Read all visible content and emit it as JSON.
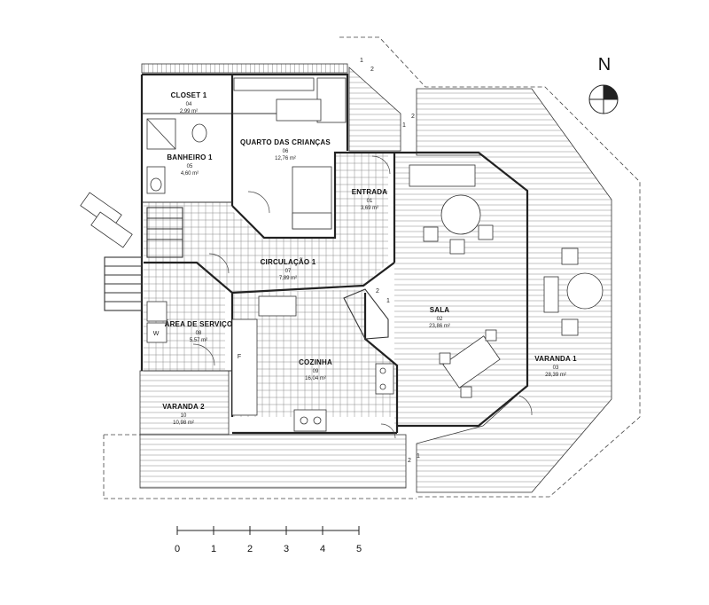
{
  "rooms": [
    {
      "id": "closet-1",
      "name": "CLOSET 1",
      "number": "04",
      "area": "2,99 m²"
    },
    {
      "id": "banheiro-1",
      "name": "BANHEIRO 1",
      "number": "05",
      "area": "4,60 m²"
    },
    {
      "id": "quarto-criancas",
      "name": "QUARTO DAS CRIANÇAS",
      "number": "06",
      "area": "12,76 m²"
    },
    {
      "id": "entrada",
      "name": "ENTRADA",
      "number": "01",
      "area": "3,69 m²"
    },
    {
      "id": "circulacao-1",
      "name": "CIRCULAÇÃO 1",
      "number": "07",
      "area": "7,89 m²"
    },
    {
      "id": "area-servico",
      "name": "ÁREA DE SERVIÇO",
      "number": "08",
      "area": "5,57 m²"
    },
    {
      "id": "cozinha",
      "name": "COZINHA",
      "number": "09",
      "area": "16,04 m²"
    },
    {
      "id": "sala",
      "name": "SALA",
      "number": "02",
      "area": "23,86 m²"
    },
    {
      "id": "varanda-1",
      "name": "VARANDA 1",
      "number": "03",
      "area": "28,39 m²"
    },
    {
      "id": "varanda-2",
      "name": "VARANDA 2",
      "number": "10",
      "area": "10,98 m²"
    }
  ],
  "labels": {
    "north": "N",
    "washer": "W",
    "fridge": "F",
    "stair_marks": [
      "1",
      "2",
      "1",
      "2",
      "2",
      "1",
      "2",
      "1"
    ]
  },
  "scale_bar": {
    "ticks": [
      "0",
      "1",
      "2",
      "3",
      "4",
      "5"
    ]
  }
}
